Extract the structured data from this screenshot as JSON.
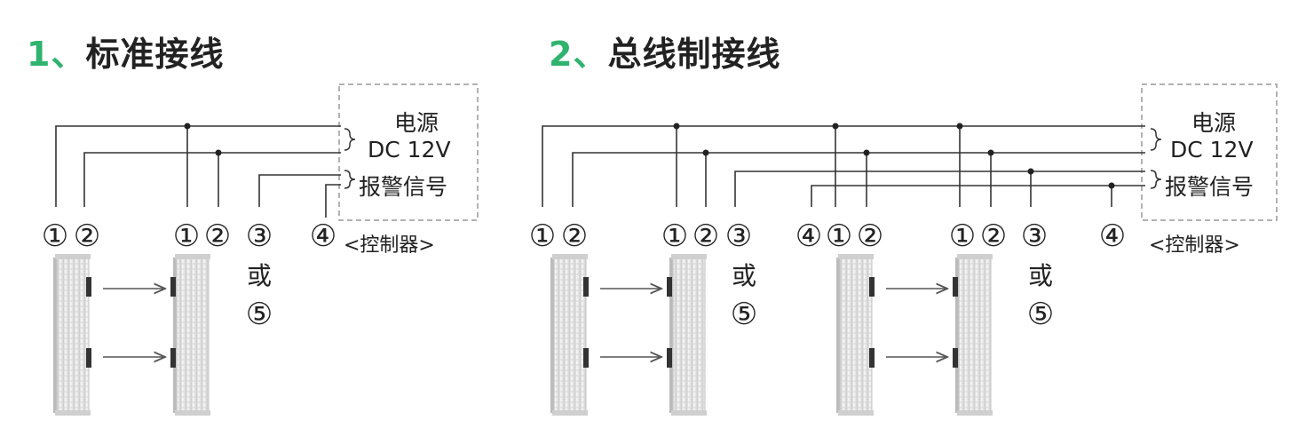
{
  "section1": {
    "number": "1、",
    "title": "标准接线"
  },
  "section2": {
    "number": "2、",
    "title": "总线制接线"
  },
  "controller": {
    "power_line1": "电源",
    "power_line2": "DC 12V",
    "alarm": "报警信号",
    "label": "<控制器>"
  },
  "terminals": {
    "t1": "①",
    "t2": "②",
    "t3": "③",
    "t4": "④",
    "t5": "⑤",
    "or": "或"
  },
  "colors": {
    "accent": "#2fb36f",
    "line": "#333333",
    "box_dash": "#999999"
  }
}
